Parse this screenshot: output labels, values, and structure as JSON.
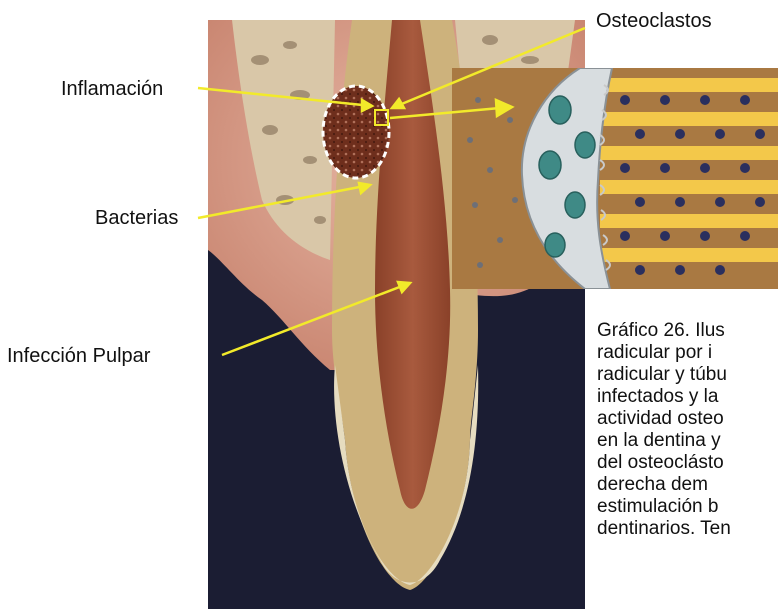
{
  "labels": {
    "osteoclastos": "Osteoclastos",
    "inflamacion": "Inflamación",
    "bacterias": "Bacterias",
    "infeccion_pulpar": "Infección Pulpar"
  },
  "caption_lines": [
    "Gráfico 26. Ilus",
    "radicular por i",
    "radicular y túbu",
    "infectados y la",
    "actividad osteo",
    "en la dentina y",
    "del osteoclásto",
    "derecha    dem",
    "estimulación  b",
    "dentinarios. Ten"
  ],
  "colors": {
    "background_dark": "#1b1d33",
    "gum": "#d29a86",
    "bone": "#d9c7a8",
    "dentin": "#cdb27c",
    "pulp": "#9b4f36",
    "enamel": "#e6dcc0",
    "arrow": "#f2ea2a",
    "inflammation": "#7a3a26"
  }
}
